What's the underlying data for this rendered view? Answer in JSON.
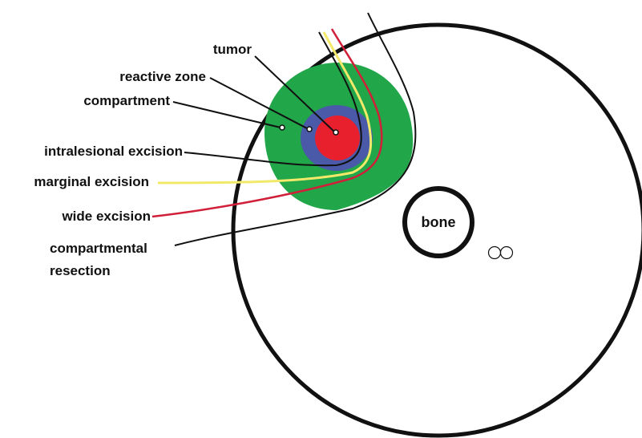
{
  "labels": {
    "tumor": "tumor",
    "reactive_zone": "reactive zone",
    "compartment": "compartment",
    "intralesional_excision": "intralesional excision",
    "marginal_excision": "marginal excision",
    "wide_excision": "wide excision",
    "compartmental_resection_line1": "compartmental",
    "compartmental_resection_line2": "resection",
    "bone": "bone"
  },
  "colors": {
    "compartment": "#22a64a",
    "reactive_zone": "#4a5aa8",
    "tumor": "#e8202e",
    "intralesional_line": "#111111",
    "marginal_line": "#f2e96a",
    "wide_line": "#d11f3a",
    "compartmental_line": "#111111",
    "outline": "#111111"
  },
  "icons": {
    "vessel_pair": "two-small-circles-icon"
  }
}
